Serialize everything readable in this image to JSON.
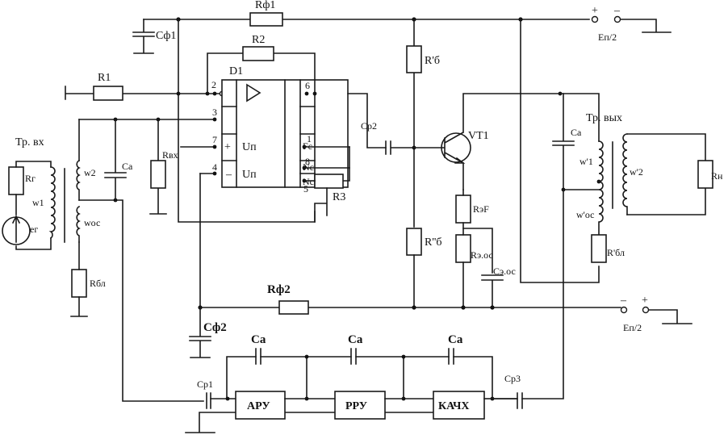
{
  "diagram": {
    "type": "circuit-schematic",
    "description": "Audio amplifier with op-amp D1 input stage, transistor VT1 output stage, input/output transformers and feedback chain (ARU, RRU, KAChKh)",
    "labels": {
      "R_f1": "Rф1",
      "C_f1": "Cф1",
      "R2": "R2",
      "D1": "D1",
      "R1": "R1",
      "tr_in": "Тр. вх",
      "R_g": "Rг",
      "e_g": "eг",
      "w1": "w1",
      "w2": "w2",
      "w_os": "wос",
      "C_a_in": "Cа",
      "R_vkh": "Rвх",
      "R_bl": "Rбл",
      "pin2": "2",
      "pin3": "3",
      "pin7": "7",
      "pin4": "4",
      "pin6": "6",
      "pin1": "1",
      "pin8": "8",
      "pin5": "5",
      "plus_sign": "+",
      "minus_sign": "–",
      "U_p_plus": "Uп",
      "U_p_minus": "Uп",
      "F_c": "Fc",
      "N_c1": "Nc",
      "N_c2": "Nc",
      "R3": "R3",
      "C_p2": "Cр2",
      "R_b1": "R'б",
      "R_b2": "R''б",
      "VT1": "VT1",
      "R_eF": "RэF",
      "R_eos": "Rэ.ос",
      "C_eos": "Cэ.ос",
      "tr_out": "Тр. вых",
      "C_a_out": "Cа",
      "w1p": "w'1",
      "w2p": "w'2",
      "w_osp": "w'ос",
      "R_blp": "R'бл",
      "R_n": "Rн",
      "E_top": "Eп/2",
      "E_bot": "Eп/2",
      "top_plus": "+",
      "top_minus": "–",
      "bot_minus": "–",
      "bot_plus": "+",
      "R_f2": "Rф2",
      "C_f2": "Cф2",
      "C_a1": "Cа",
      "C_a2": "Cа",
      "C_a3": "Cа",
      "C_p1": "Cр1",
      "C_p3": "Cр3"
    },
    "blocks": {
      "aru": "АРУ",
      "rru": "РРУ",
      "kachkh": "КАЧХ"
    }
  }
}
